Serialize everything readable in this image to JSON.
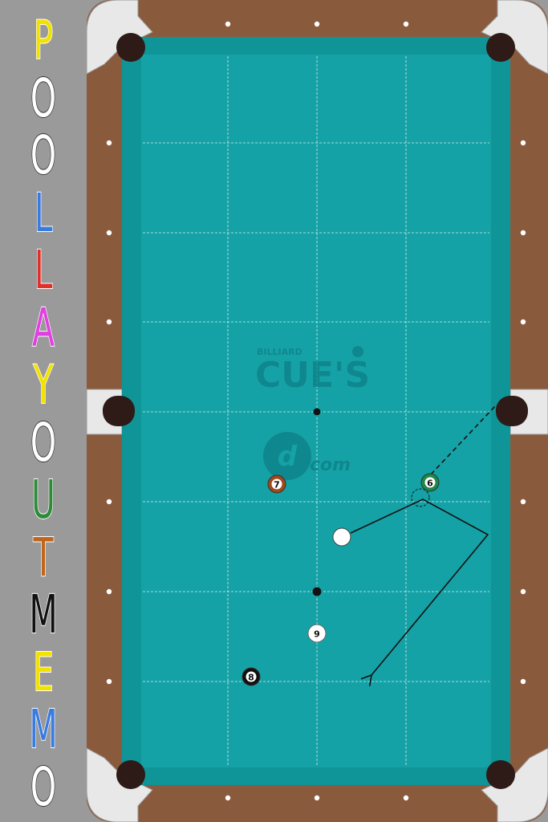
{
  "app_title_letters": [
    {
      "char": "P",
      "color": "#f2e200"
    },
    {
      "char": "O",
      "color": "#ffffff"
    },
    {
      "char": "O",
      "color": "#ffffff"
    },
    {
      "char": "L",
      "color": "#3a7be0"
    },
    {
      "char": "L",
      "color": "#e0302c"
    },
    {
      "char": "A",
      "color": "#e040e0"
    },
    {
      "char": "Y",
      "color": "#f2e200"
    },
    {
      "char": "O",
      "color": "#ffffff"
    },
    {
      "char": "U",
      "color": "#2f8a3a"
    },
    {
      "char": "T",
      "color": "#c0661a"
    },
    {
      "char": "M",
      "color": "#111111"
    },
    {
      "char": "E",
      "color": "#f2e200"
    },
    {
      "char": "M",
      "color": "#3a7be0"
    },
    {
      "char": "O",
      "color": "#ffffff"
    }
  ],
  "table": {
    "cloth_color": "#15a2a6",
    "rail_color": "#8a5a3c",
    "watermark": {
      "line1": "BILLIARD",
      "line2": "CUE",
      "suffix": "'S",
      "line3": "com"
    }
  },
  "balls": [
    {
      "id": "cue",
      "label": "",
      "type": "cue",
      "fill": "#ffffff"
    },
    {
      "id": "ball-6",
      "label": "6",
      "type": "solid",
      "fill": "#1a8a4a"
    },
    {
      "id": "ball-7",
      "label": "7",
      "type": "solid",
      "fill": "#a04a1a"
    },
    {
      "id": "ball-8",
      "label": "8",
      "type": "solid",
      "fill": "#111111"
    },
    {
      "id": "ball-9",
      "label": "9",
      "type": "stripe",
      "fill": "#f2d400"
    }
  ],
  "spots": [
    "head-spot",
    "foot-spot"
  ],
  "shot_paths": [
    {
      "name": "cue-ball-path",
      "style": "solid",
      "arrow": true
    },
    {
      "name": "object-ball-path",
      "style": "dashed",
      "arrow": false
    }
  ]
}
